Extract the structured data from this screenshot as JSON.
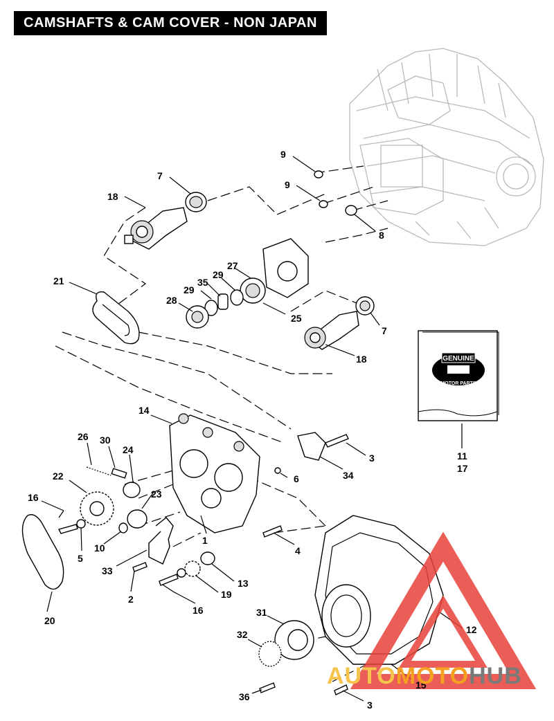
{
  "title": "CAMSHAFTS & CAM COVER - NON JAPAN",
  "callouts": [
    {
      "id": "9a",
      "text": "9"
    },
    {
      "id": "9b",
      "text": "9"
    },
    {
      "id": "8",
      "text": "8"
    },
    {
      "id": "7a",
      "text": "7"
    },
    {
      "id": "18a",
      "text": "18"
    },
    {
      "id": "21",
      "text": "21"
    },
    {
      "id": "27",
      "text": "27"
    },
    {
      "id": "29a",
      "text": "29"
    },
    {
      "id": "35",
      "text": "35"
    },
    {
      "id": "29b",
      "text": "29"
    },
    {
      "id": "28",
      "text": "28"
    },
    {
      "id": "25",
      "text": "25"
    },
    {
      "id": "7b",
      "text": "7"
    },
    {
      "id": "18b",
      "text": "18"
    },
    {
      "id": "11",
      "text": "11"
    },
    {
      "id": "17",
      "text": "17"
    },
    {
      "id": "14",
      "text": "14"
    },
    {
      "id": "26",
      "text": "26"
    },
    {
      "id": "30",
      "text": "30"
    },
    {
      "id": "24",
      "text": "24"
    },
    {
      "id": "3a",
      "text": "3"
    },
    {
      "id": "34",
      "text": "34"
    },
    {
      "id": "6",
      "text": "6"
    },
    {
      "id": "22",
      "text": "22"
    },
    {
      "id": "16a",
      "text": "16"
    },
    {
      "id": "23",
      "text": "23"
    },
    {
      "id": "1",
      "text": "1"
    },
    {
      "id": "5",
      "text": "5"
    },
    {
      "id": "10",
      "text": "10"
    },
    {
      "id": "4",
      "text": "4"
    },
    {
      "id": "33",
      "text": "33"
    },
    {
      "id": "2",
      "text": "2"
    },
    {
      "id": "13",
      "text": "13"
    },
    {
      "id": "19",
      "text": "19"
    },
    {
      "id": "16b",
      "text": "16"
    },
    {
      "id": "20",
      "text": "20"
    },
    {
      "id": "31",
      "text": "31"
    },
    {
      "id": "32",
      "text": "32"
    },
    {
      "id": "12",
      "text": "12"
    },
    {
      "id": "36",
      "text": "36"
    },
    {
      "id": "15",
      "text": "15"
    },
    {
      "id": "3b",
      "text": "3"
    }
  ],
  "genuine_box": {
    "logo_text_top": "GENUINE",
    "logo_text_bottom": "MOTOR PARTS"
  },
  "watermark": {
    "part1": "AUTO",
    "part2": "MOTO",
    "part3": "HUB"
  },
  "colors": {
    "title_bg": "#000000",
    "title_fg": "#ffffff",
    "watermark_red": "#e8423a",
    "watermark_yellow": "#f6c34b",
    "watermark_orange": "#f4a020",
    "watermark_gray": "#7a7a7a"
  }
}
